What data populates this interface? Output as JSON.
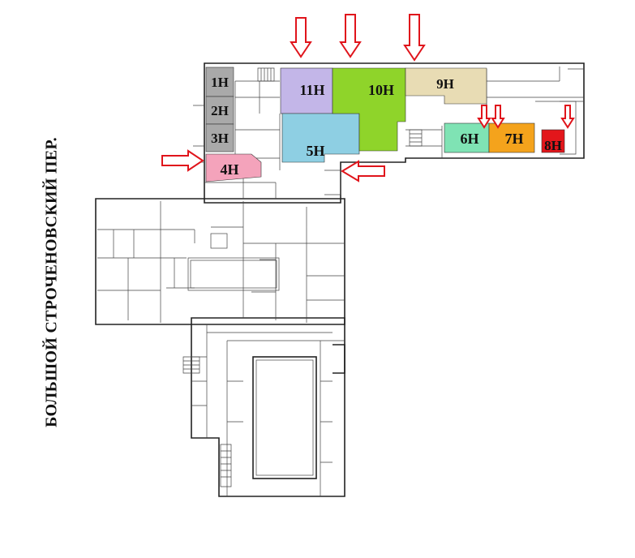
{
  "street_name": "БОЛЬШОЙ СТРОЧЕНОВСКИЙ ПЕР.",
  "units": [
    {
      "id": "1H",
      "label": "1Н",
      "color": "#a9a9a9"
    },
    {
      "id": "2H",
      "label": "2Н",
      "color": "#a9a9a9"
    },
    {
      "id": "3H",
      "label": "3Н",
      "color": "#a9a9a9"
    },
    {
      "id": "4H",
      "label": "4Н",
      "color": "#f4a3bb"
    },
    {
      "id": "5H",
      "label": "5Н",
      "color": "#8ecfe3"
    },
    {
      "id": "6H",
      "label": "6Н",
      "color": "#7fe3b4"
    },
    {
      "id": "7H",
      "label": "7Н",
      "color": "#f4a31c"
    },
    {
      "id": "8H",
      "label": "8Н",
      "color": "#e3161b"
    },
    {
      "id": "9H",
      "label": "9Н",
      "color": "#e8dcb4"
    },
    {
      "id": "10H",
      "label": "10Н",
      "color": "#8fd42a"
    },
    {
      "id": "11H",
      "label": "11Н",
      "color": "#c3b6e8"
    }
  ],
  "arrow_color": "#e0141b"
}
